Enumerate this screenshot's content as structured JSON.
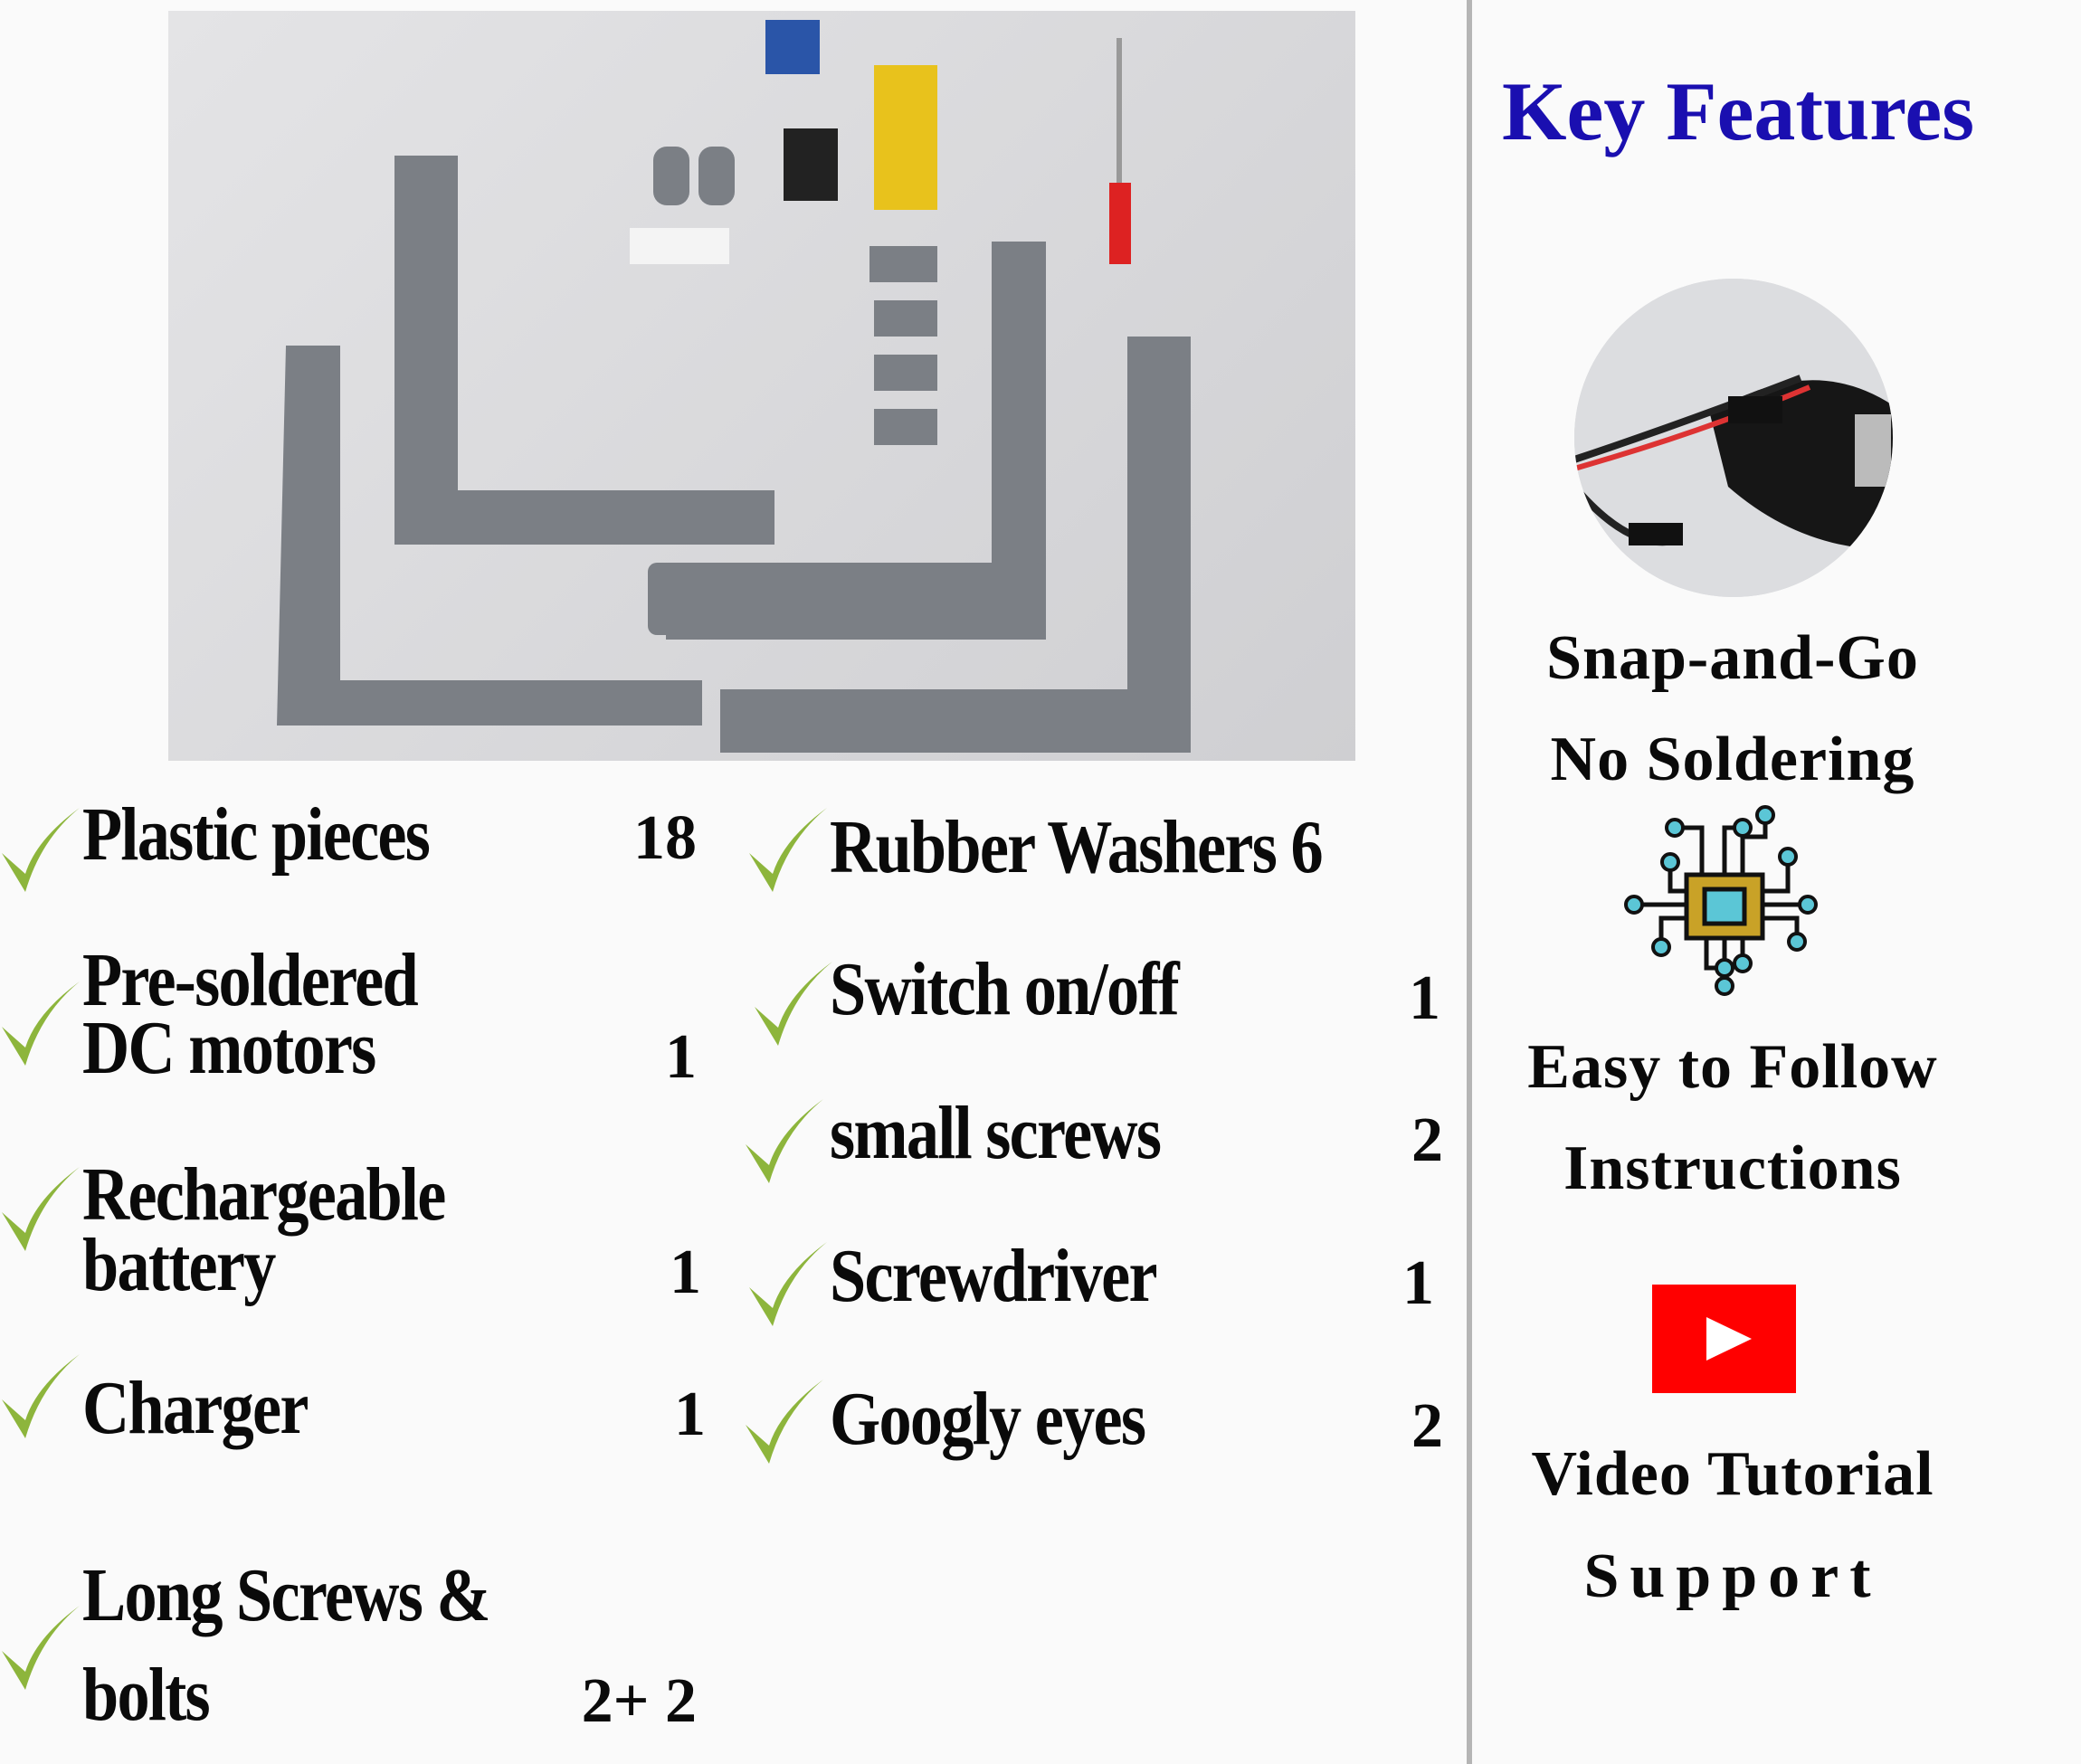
{
  "left_list": [
    {
      "lines": [
        "Plastic pieces"
      ],
      "count": "18"
    },
    {
      "lines": [
        "Pre-soldered",
        "DC motors"
      ],
      "count": "1"
    },
    {
      "lines": [
        "Rechargeable",
        "battery"
      ],
      "count": "1"
    },
    {
      "lines": [
        "Charger"
      ],
      "count": "1"
    },
    {
      "lines": [
        "Long Screws &",
        "bolts"
      ],
      "count": "2+ 2"
    }
  ],
  "right_list": [
    {
      "label": "Rubber Washers 6",
      "count": ""
    },
    {
      "label": "Switch on/off",
      "count": "1"
    },
    {
      "label": "small screws",
      "count": "2"
    },
    {
      "label": "Screwdriver",
      "count": "1"
    },
    {
      "label": "Googly eyes",
      "count": "2"
    }
  ],
  "features": {
    "title": "Key Features",
    "snap": "Snap-and-Go",
    "nosolder": "No Soldering",
    "easy": "Easy to Follow",
    "instructions": "Instructions",
    "video": "Video Tutorial",
    "support": "Support"
  },
  "colors": {
    "title": "#1a0fb0",
    "check": "#8db53c",
    "youtube": "#ff0000"
  }
}
